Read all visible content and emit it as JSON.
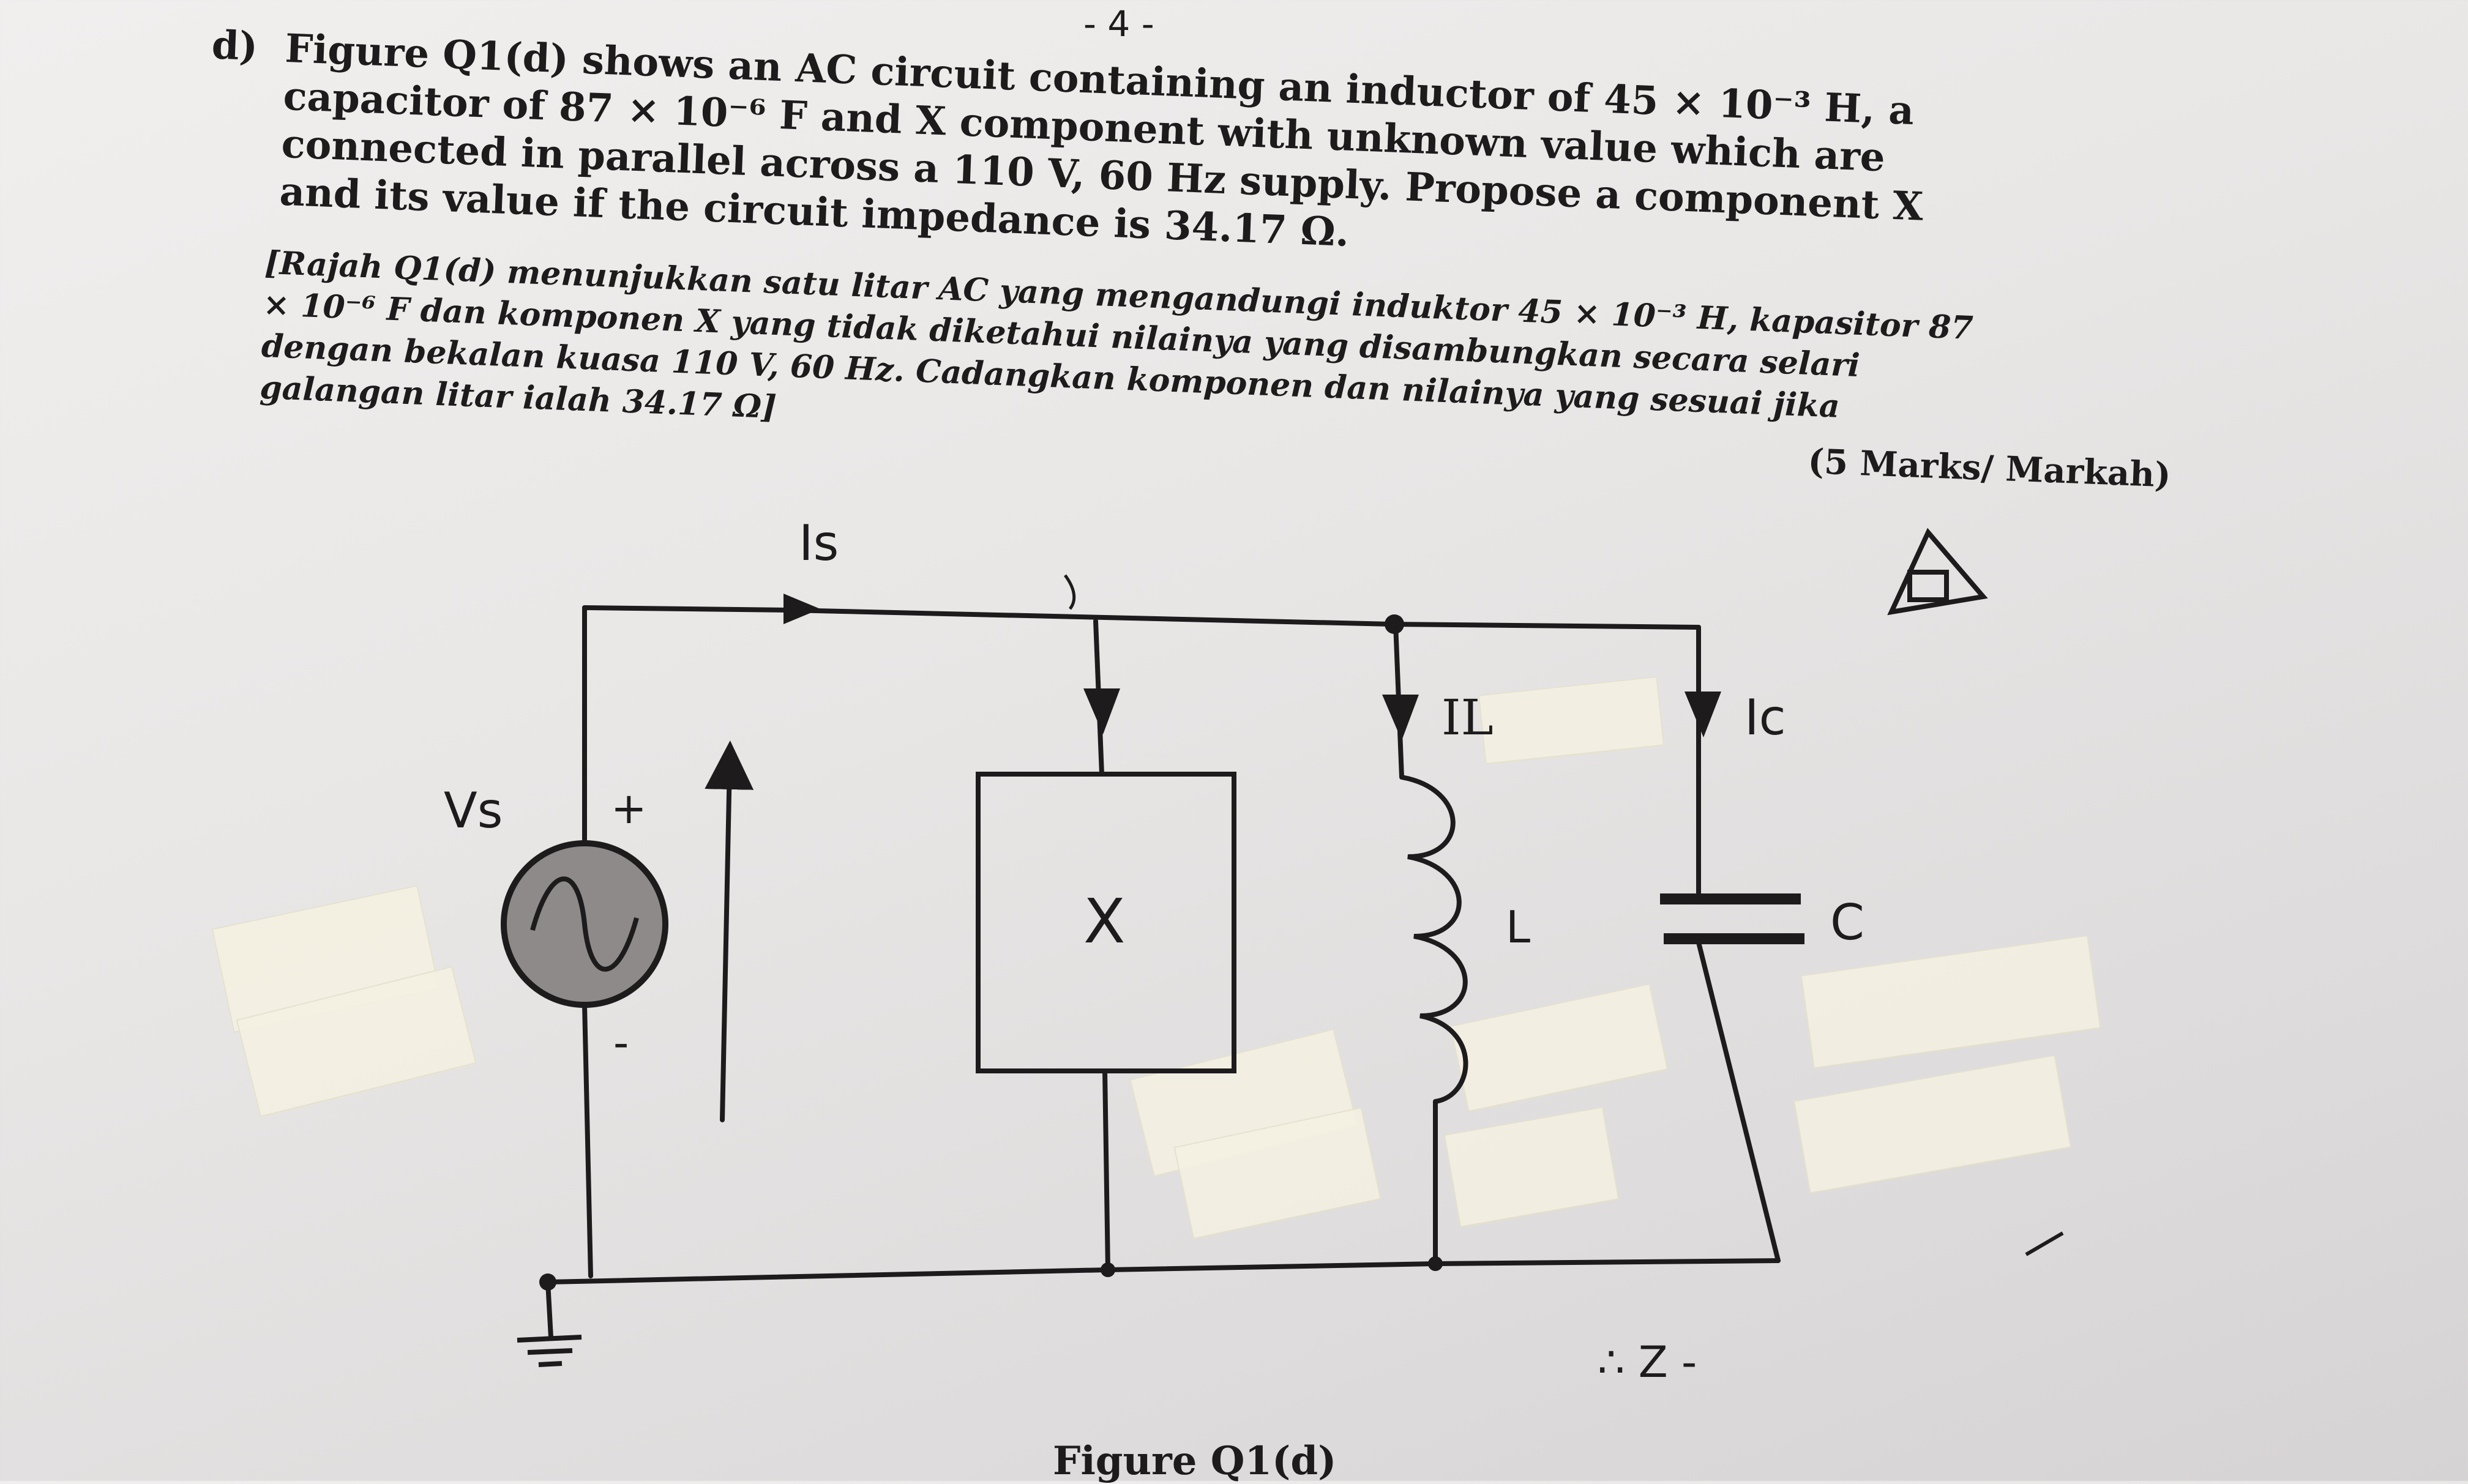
{
  "header": {
    "page_number": "- 4 -"
  },
  "question": {
    "label": "d)",
    "text_english": "Figure Q1(d) shows an AC circuit containing an inductor of 45 × 10⁻³ H, a capacitor of 87 × 10⁻⁶ F and X component with unknown value which are connected in parallel across a 110 V, 60 Hz supply. Propose a component X and its value if the circuit impedance is 34.17 Ω.",
    "text_malay": "[Rajah Q1(d) menunjukkan satu litar AC yang mengandungi induktor 45 × 10⁻³ H, kapasitor 87 × 10⁻⁶ F dan komponen X yang tidak diketahui nilainya yang disambungkan secara selari dengan bekalan kuasa 110 V, 60 Hz. Cadangkan komponen dan nilainya yang sesuai jika galangan litar ialah 34.17 Ω]",
    "marks": "(5 Marks/ Markah)"
  },
  "circuit": {
    "source_current_label": "Is",
    "source_voltage_label": "Vs",
    "plus_sign": "+",
    "minus_sign": "-",
    "unknown_component_label": "X",
    "inductor_current_label": "IL",
    "capacitor_current_label": "Ic",
    "inductor_label": "L",
    "capacitor_label": "C"
  },
  "handwriting": {
    "therefore_note": "∴ Z -"
  },
  "figure_caption": "Figure Q1(d)"
}
